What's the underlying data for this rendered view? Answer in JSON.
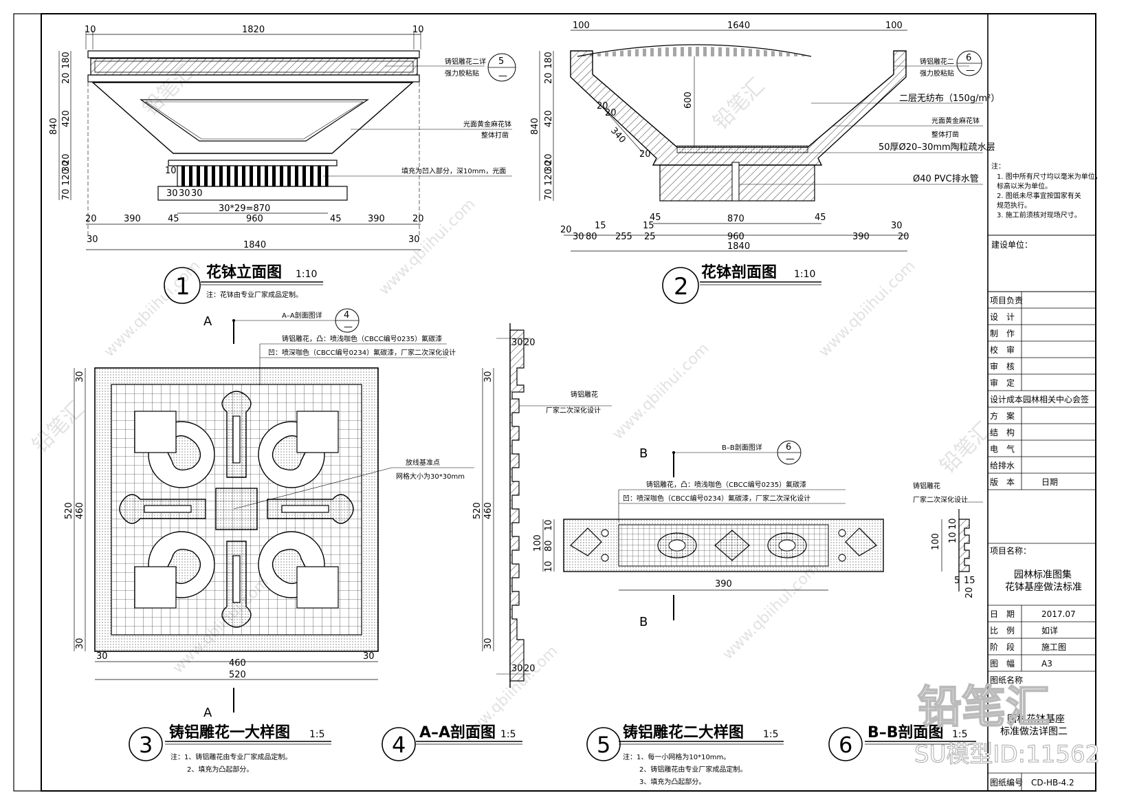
{
  "drawings": {
    "d1": {
      "num": "1",
      "title": "花钵立面图",
      "scale": "1:10",
      "note": "注：花钵由专业厂家成品定制。",
      "callout_num": "5",
      "callout_sub": "—",
      "labels": [
        "铸铝雕花二详",
        "强力胶粘贴",
        "光面黄金麻花钵",
        "整体打凿",
        "填充为凹入部分，深10mm，光面"
      ],
      "dims_top": [
        "10",
        "1820",
        "10"
      ],
      "dims_left": [
        "180",
        "20",
        "420",
        "840",
        "20",
        "30",
        "120",
        "70"
      ],
      "dims_bottom1": [
        "30*29=870"
      ],
      "dims_bottom2": [
        "20",
        "390",
        "45",
        "960",
        "45",
        "390",
        "20"
      ],
      "dims_bottom3": [
        "30",
        "1840",
        "30"
      ],
      "dims_small": [
        "10",
        "30",
        "30",
        "30"
      ]
    },
    "d2": {
      "num": "2",
      "title": "花钵剖面图",
      "scale": "1:10",
      "callout_num": "6",
      "callout_sub": "—",
      "labels": [
        "铸铝雕花二",
        "强力胶粘贴",
        "二层无纺布（150g/m²）",
        "光面黄金麻花钵",
        "整体打凿",
        "50厚Ø20–30mm陶粒疏水层",
        "Ø40 PVC排水管"
      ],
      "dims_top": [
        "100",
        "1640",
        "100"
      ],
      "dims_left": [
        "180",
        "20",
        "420",
        "840",
        "20",
        "30",
        "120",
        "70"
      ],
      "dims_inner": [
        "600",
        "340",
        "20",
        "20",
        "20"
      ],
      "dims_bottom1": [
        "45",
        "870",
        "45"
      ],
      "dims_bottom2": [
        "20",
        "30",
        "80",
        "15",
        "255",
        "15",
        "25",
        "960",
        "390",
        "30",
        "20"
      ],
      "dims_bottom3": [
        "1840"
      ]
    },
    "d3": {
      "num": "3",
      "title": "铸铝雕花一大样图",
      "scale": "1:5",
      "section_mark": "A",
      "section_label": "A–A剖面图详",
      "callout_num": "4",
      "callout_sub": "—",
      "labels": [
        "铸铝雕花，凸：喷浅咖色（CBCC编号0235）氟碳漆",
        "凹：喷深咖色（CBCC编号0234）氟碳漆，厂家二次深化设计",
        "放线基准点",
        "网格大小为30*30mm"
      ],
      "dims_left": [
        "30",
        "520",
        "460",
        "30"
      ],
      "dims_bottom": [
        "30",
        "460",
        "30",
        "520"
      ],
      "notes": [
        "注：1、铸铝雕花由专业厂家成品定制。",
        "2、填充为凸起部分。"
      ]
    },
    "d4": {
      "num": "4",
      "title": "A–A剖面图",
      "scale": "1:5",
      "labels": [
        "铸铝雕花",
        "厂家二次深化设计"
      ],
      "dims_top": [
        "30",
        "20"
      ],
      "dims_left": [
        "30",
        "520",
        "460",
        "30"
      ],
      "dims_bottom": [
        "30",
        "20"
      ]
    },
    "d5": {
      "num": "5",
      "title": "铸铝雕花二大样图",
      "scale": "1:5",
      "section_mark": "B",
      "section_label": "B–B剖面图详",
      "callout_num": "6",
      "callout_sub": "—",
      "labels": [
        "铸铝雕花，凸：喷浅咖色（CBCC编号0235）氟碳漆",
        "凹：喷深咖色（CBCC编号0234）氟碳漆，厂家二次深化设计"
      ],
      "dims_left": [
        "10",
        "100",
        "80",
        "10"
      ],
      "dims_bottom": [
        "390"
      ],
      "notes": [
        "注：1、每一小网格为10*10mm。",
        "2、铸铝雕花由专业厂家成品定制。",
        "3、填充为凸起部分。"
      ]
    },
    "d6": {
      "num": "6",
      "title": "B–B剖面图",
      "scale": "1:5",
      "labels": [
        "铸铝雕花",
        "厂家二次深化设计"
      ],
      "dims": [
        "100",
        "10",
        "10",
        "5",
        "15",
        "20"
      ]
    }
  },
  "titleblock": {
    "notes": [
      "注：",
      "1. 图中所有尺寸均以毫米为单位，",
      "   标高以米为单位。",
      "2. 图纸未尽事宜按国家有关",
      "   规范执行。",
      "3. 施工前须核对现场尺寸。"
    ],
    "client_label": "建设单位：",
    "rows": [
      {
        "k": "项目负责",
        "v": ""
      },
      {
        "k": "设　计",
        "v": ""
      },
      {
        "k": "制　作",
        "v": ""
      },
      {
        "k": "校　审",
        "v": ""
      },
      {
        "k": "审　核",
        "v": ""
      },
      {
        "k": "审　定",
        "v": ""
      }
    ],
    "sign_header": "设计成本园林相关中心会签",
    "sign_rows": [
      {
        "k": "方　案",
        "v": ""
      },
      {
        "k": "结　构",
        "v": ""
      },
      {
        "k": "电　气",
        "v": ""
      },
      {
        "k": "给排水",
        "v": ""
      },
      {
        "k": "版　本",
        "v": "日期"
      }
    ],
    "project_label": "项目名称：",
    "project_name": [
      "园林标准图集",
      "花钵基座做法标准"
    ],
    "info_rows": [
      {
        "k": "日　期",
        "v": "2017.07"
      },
      {
        "k": "比　例",
        "v": "如详"
      },
      {
        "k": "阶　段",
        "v": "施工图"
      },
      {
        "k": "图　幅",
        "v": "A3"
      }
    ],
    "drawing_name_label": "图纸名称",
    "drawing_name": [
      "园林花钵基座",
      "标准做法详图二"
    ],
    "drawing_no_label": "图纸编号",
    "drawing_no": "CD-HB-4.2"
  },
  "watermark": {
    "logo": "铅笔汇",
    "id_text": "SU模型ID:11562",
    "url": "www.qbiihui.com"
  }
}
